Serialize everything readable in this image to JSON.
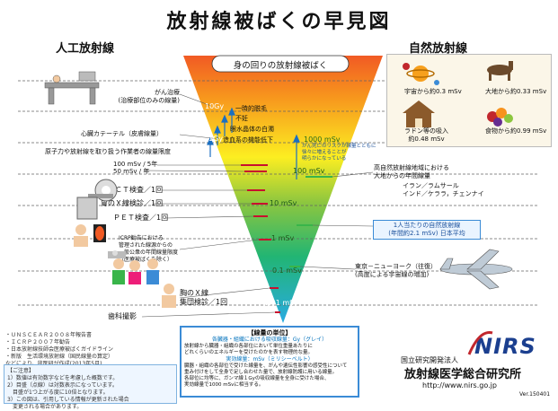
{
  "title": "放射線被ばくの早見図",
  "left_title": "人工放射線",
  "right_title": "自然放射線",
  "funnel": {
    "header": "身の回りの放射線被ばく",
    "scale": [
      "10Gy",
      "1Gy",
      "1000 mSv",
      "100 mSv",
      "10 mSv",
      "1 mSv",
      "0.1 mSv",
      "0.01 mSv"
    ]
  },
  "left_labels": {
    "cancer": "がん治療\n(治療部位のみの線量)",
    "cardiac": "心臓カテーテル（皮膚線量）",
    "worker": "原子力や放射線を取り扱う作業者の線量限度",
    "worker_100": "100 mSv / 5年",
    "worker_50": "50 mSv / 年",
    "ct": "ＣＴ検査／1回",
    "stomach": "胃のＸ線検診／1回",
    "pet": "ＰＥＴ検査／1回",
    "icrp": "ICRP勧告における\n管理された線源からの\n一般公衆の年間線量限度\n（医療被ばくを除く）",
    "chest": "胸のＸ線\n集団検診／1回",
    "dental": "歯科撮影"
  },
  "funnel_labels": {
    "hair": "一時的脱毛",
    "sterile": "不妊",
    "cataract": "眼水晶体の白濁",
    "blood": "造血系の機能低下",
    "cancer_risk": "がん死亡のリスクが線量とともに\n徐々に増えることが\n明らかになっている"
  },
  "right_labels": {
    "high_area": "高自然放射線地域における\n大地からの年間線量",
    "high_places": "イラン／ラムサール\nインド／ケララ，チェンナイ",
    "japan": "1人当たりの自然放射線\n(年間約2.1 mSv) 日本平均",
    "flight": "東京－ニューヨーク（往復）\n(高度による宇宙線の増加)"
  },
  "natural": {
    "space": "宇宙から約0.3 mSv",
    "ground": "大地から約0.33 mSv",
    "radon": "ラドン等の吸入\n約0.48 mSv",
    "food": "食物から約0.99 mSv"
  },
  "notes": {
    "sources": "・ＵＮＳＣＥＡＲ２００８年報告書\n・ＩＣＲＰ２００７年勧告\n・日本放射線技師会医療被ばくガイドライン\n・新版　生活環境放射線（国民線量の算定）\nなどにより、放医研が作成(2013年5月)",
    "caution_title": "【ご注意】",
    "caution": "1）数値は有効数字などを考慮した概数です。\n2）目盛（点線）は対数表示になっています。\n　目盛が1つ上がる度に10倍となります。\n3）この図は、引用している情報が更新された場合\n　変更される場合があります。"
  },
  "unit": {
    "title": "【線量の単位】",
    "gy_title": "各臓器・組織における吸収線量：Gy（グレイ）",
    "gy_text": "放射線から臓器・組織の各部位において単位重量あたりに\nどれくらいのエネルギーを受けたのかを表す物理的な量。",
    "sv_title": "実効線量：mSv（ミリシーベルト）",
    "sv_text": "臓器・組織の各部位で受けた線量を、がんや遺伝性影響の感受性について\n重み付けをして全身で足し合わせた量で、放射線防護に用いる線量。\n各部位に均等に、ガンマ線１Gyの吸収線量を全身に受けた場合、\n実効線量で1000 mSvに相当する。"
  },
  "org": {
    "logo": "NIRS",
    "prefix": "国立研究開発法人",
    "name": "放射線医学総合研究所",
    "url": "http://www.nirs.go.jp",
    "version": "Ver.150401"
  },
  "colors": {
    "funnel_top": "#f7941d",
    "funnel_mid": "#fff200",
    "funnel_bottom": "#3fa9f5",
    "tick": "#c8102e",
    "arrow": "#1a6fc1",
    "nirs_blue": "#1b3f8f"
  }
}
